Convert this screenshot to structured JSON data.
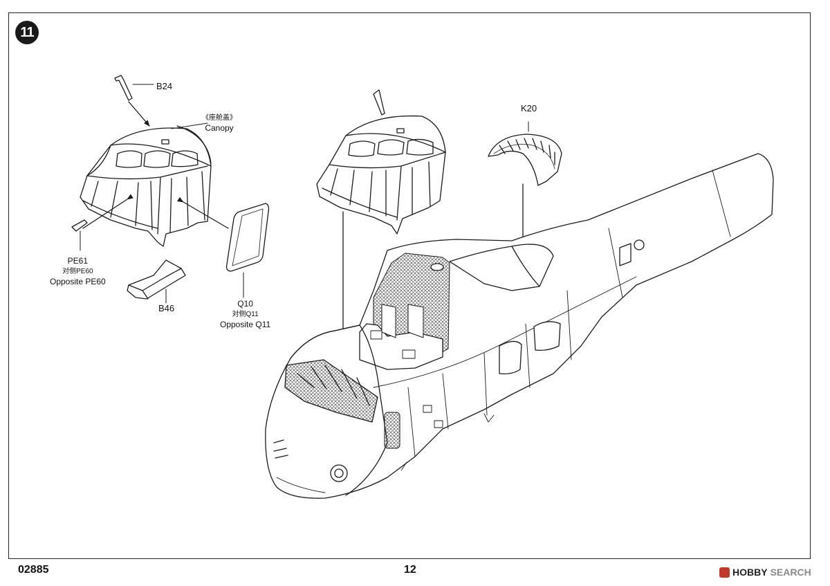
{
  "document": {
    "step_number": "11",
    "product_code": "02885",
    "page_number": "12"
  },
  "labels": {
    "b24": "B24",
    "canopy_cn": "《座舱盖》",
    "canopy_en": "Canopy",
    "k20": "K20",
    "pe61": "PE61",
    "pe61_cn": "对侧PE60",
    "pe61_opposite": "Opposite PE60",
    "b46": "B46",
    "q10": "Q10",
    "q10_cn": "对侧Q11",
    "q10_opposite": "Opposite Q11"
  },
  "watermark": {
    "brand": "HOBBY",
    "suffix": "SEARCH"
  }
}
